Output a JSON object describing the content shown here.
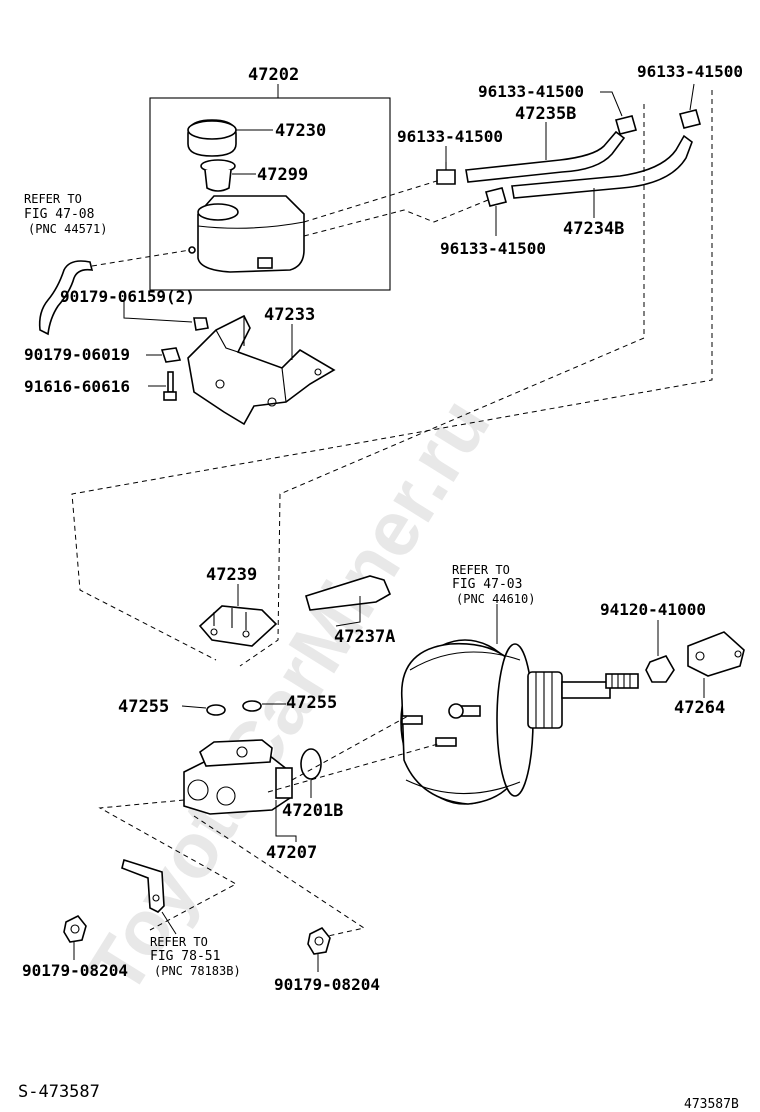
{
  "watermark": "ToyotaCarMiner.ru",
  "sheet_code": "S-473587",
  "figure_code": "473587B",
  "refers": [
    {
      "line1": "REFER TO",
      "line2": "FIG 47-08",
      "line3": "(PNC 44571)"
    },
    {
      "line1": "REFER TO",
      "line2": "FIG 47-03",
      "line3": "(PNC 44610)"
    },
    {
      "line1": "REFER TO",
      "line2": "FIG 78-51",
      "line3": "(PNC 78183B)"
    }
  ],
  "parts": {
    "p47202": "47202",
    "p47230": "47230",
    "p47299": "47299",
    "p96133_a": "96133-41500",
    "p96133_b": "96133-41500",
    "p96133_c": "96133-41500",
    "p96133_d": "96133-41500",
    "p47235b": "47235B",
    "p47234b": "47234B",
    "p90179_06159": "90179-06159(2)",
    "p90179_06019": "90179-06019",
    "p91616": "91616-60616",
    "p47233": "47233",
    "p47239": "47239",
    "p47237a": "47237A",
    "p94120": "94120-41000",
    "p47264": "47264",
    "p47255_a": "47255",
    "p47255_b": "47255",
    "p47201b": "47201B",
    "p47207": "47207",
    "p90179_08204_a": "90179-08204",
    "p90179_08204_b": "90179-08204"
  }
}
